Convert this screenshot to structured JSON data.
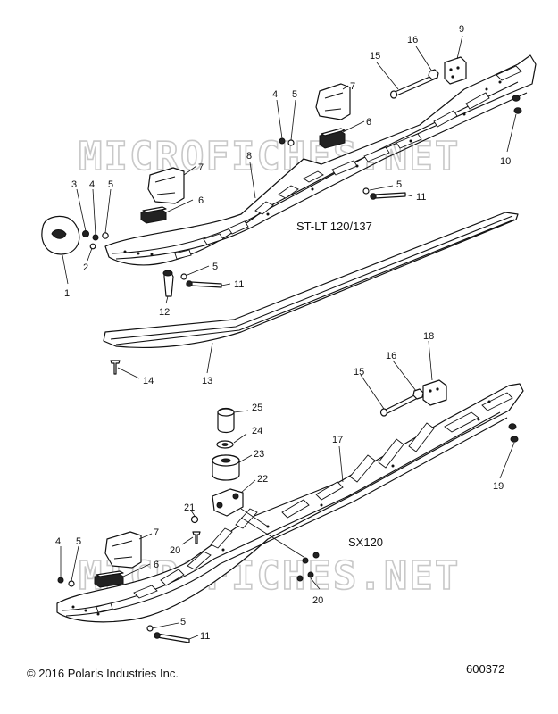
{
  "watermark": "MICROFICHES.NET",
  "assemblies": {
    "upper_label": "ST-LT 120/137",
    "lower_label": "SX120"
  },
  "callouts": {
    "u1": "1",
    "u2": "2",
    "u3": "3",
    "u4a": "4",
    "u5a": "5",
    "u4b": "4",
    "u5b": "5",
    "u6a": "6",
    "u6b": "6",
    "u7a": "7",
    "u7b": "7",
    "u8": "8",
    "u9": "9",
    "u10": "10",
    "u5c": "5",
    "u11a": "11",
    "u5d": "5",
    "u11b": "11",
    "u12": "12",
    "u13": "13",
    "u14": "14",
    "u15": "15",
    "u16": "16",
    "l15": "15",
    "l16": "16",
    "l17": "17",
    "l18": "18",
    "l19": "19",
    "l20a": "20",
    "l20b": "20",
    "l21": "21",
    "l22": "22",
    "l23": "23",
    "l24": "24",
    "l25": "25",
    "l4": "4",
    "l5a": "5",
    "l6": "6",
    "l7": "7",
    "l5b": "5",
    "l11": "11"
  },
  "footer": {
    "copyright": "© 2016 Polaris Industries Inc.",
    "diagram_id": "600372"
  }
}
